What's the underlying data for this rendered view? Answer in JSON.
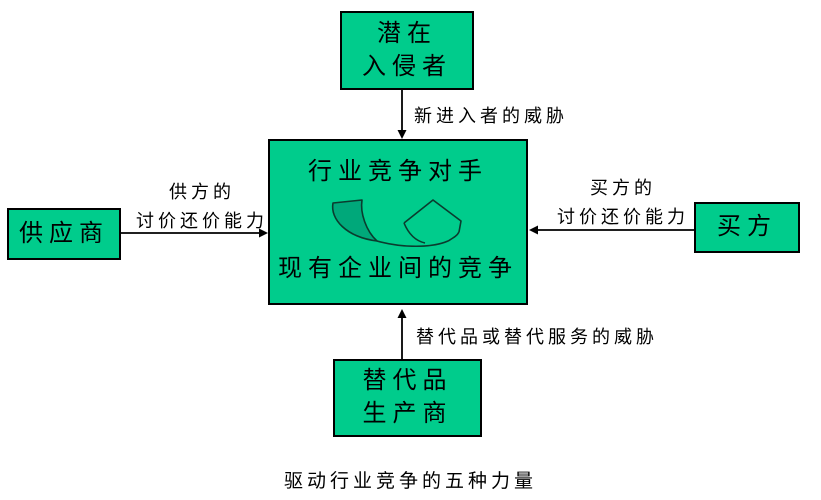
{
  "colors": {
    "box_fill": "#00cc8c",
    "box_border": "#000000",
    "swoosh_fill": "#00a87a",
    "swoosh_stroke": "#0b3b2e",
    "arrow_color": "#000000"
  },
  "boxes": {
    "potential_entrants": {
      "line1": "潜在",
      "line2": "入侵者"
    },
    "suppliers": {
      "label": "供应商"
    },
    "buyers": {
      "label": "买方"
    },
    "substitutes": {
      "line1": "替代品",
      "line2": "生产商"
    },
    "center": {
      "title": "行业竞争对手",
      "subtitle": "现有企业间的竞争"
    }
  },
  "arrow_labels": {
    "new_entrants_threat": "新进入者的威胁",
    "supplier_power_line1": "供方的",
    "supplier_power_line2": "讨价还价能力",
    "buyer_power_line1": "买方的",
    "buyer_power_line2": "讨价还价能力",
    "substitute_threat": "替代品或替代服务的威胁"
  },
  "caption": "驱动行业竞争的五种力量"
}
